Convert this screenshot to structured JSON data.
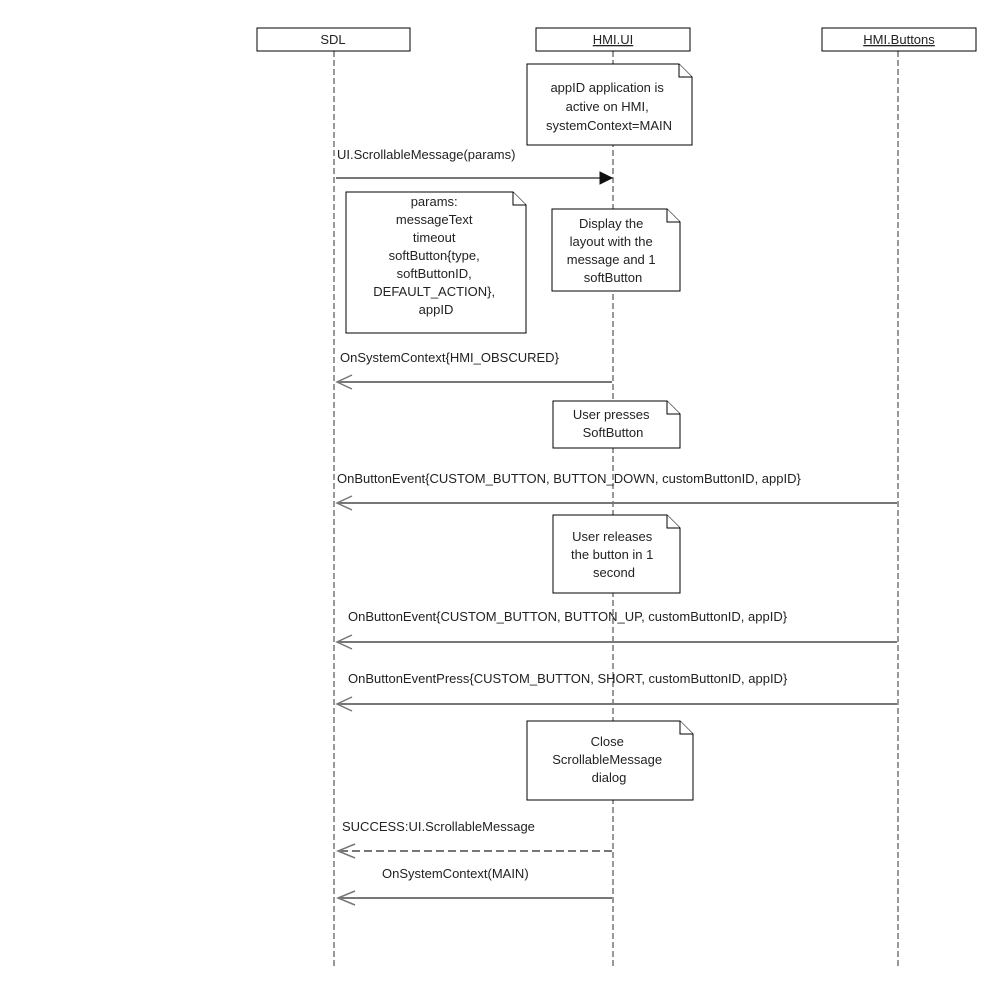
{
  "lifelines": [
    {
      "id": "sdl",
      "label": "SDL",
      "underline": false
    },
    {
      "id": "hmi_ui",
      "label": "HMI.UI",
      "underline": true
    },
    {
      "id": "hmi_buttons",
      "label": "HMI.Buttons",
      "underline": true
    }
  ],
  "notes": [
    {
      "id": "note-app-active",
      "lines": [
        "appID application is",
        "active on HMI,",
        "systemContext=MAIN"
      ]
    },
    {
      "id": "note-params",
      "lines": [
        "params:",
        "messageText",
        "timeout",
        "softButton{type,",
        "softButtonID,",
        "DEFAULT_ACTION},",
        "appID"
      ]
    },
    {
      "id": "note-display",
      "lines": [
        "Display the",
        "layout with the",
        "message and 1",
        "softButton"
      ]
    },
    {
      "id": "note-user-presses",
      "lines": [
        "User presses",
        "SoftButton"
      ]
    },
    {
      "id": "note-user-releases",
      "lines": [
        "User releases",
        "the button in 1",
        "second"
      ]
    },
    {
      "id": "note-close",
      "lines": [
        "Close",
        "ScrollableMessage",
        "dialog"
      ]
    }
  ],
  "messages": [
    {
      "id": "msg-scrollable",
      "label": "UI.ScrollableMessage(params)",
      "from": "sdl",
      "to": "hmi_ui",
      "style": "solid",
      "head": "filled"
    },
    {
      "id": "msg-onsystemcontext-obscured",
      "label": "OnSystemContext{HMI_OBSCURED}",
      "from": "hmi_ui",
      "to": "sdl",
      "style": "solid",
      "head": "open"
    },
    {
      "id": "msg-button-down",
      "label": "OnButtonEvent{CUSTOM_BUTTON, BUTTON_DOWN, customButtonID, appID}",
      "from": "hmi_buttons",
      "to": "sdl",
      "style": "solid",
      "head": "open"
    },
    {
      "id": "msg-button-up",
      "label": "OnButtonEvent{CUSTOM_BUTTON, BUTTON_UP, customButtonID, appID}",
      "from": "hmi_buttons",
      "to": "sdl",
      "style": "solid",
      "head": "open"
    },
    {
      "id": "msg-button-press",
      "label": "OnButtonEventPress{CUSTOM_BUTTON, SHORT, customButtonID, appID}",
      "from": "hmi_buttons",
      "to": "sdl",
      "style": "solid",
      "head": "open"
    },
    {
      "id": "msg-success",
      "label": "SUCCESS:UI.ScrollableMessage",
      "from": "hmi_ui",
      "to": "sdl",
      "style": "dashed",
      "head": "open"
    },
    {
      "id": "msg-onsystemcontext-main",
      "label": "OnSystemContext(MAIN)",
      "from": "hmi_ui",
      "to": "sdl",
      "style": "solid",
      "head": "open"
    }
  ]
}
